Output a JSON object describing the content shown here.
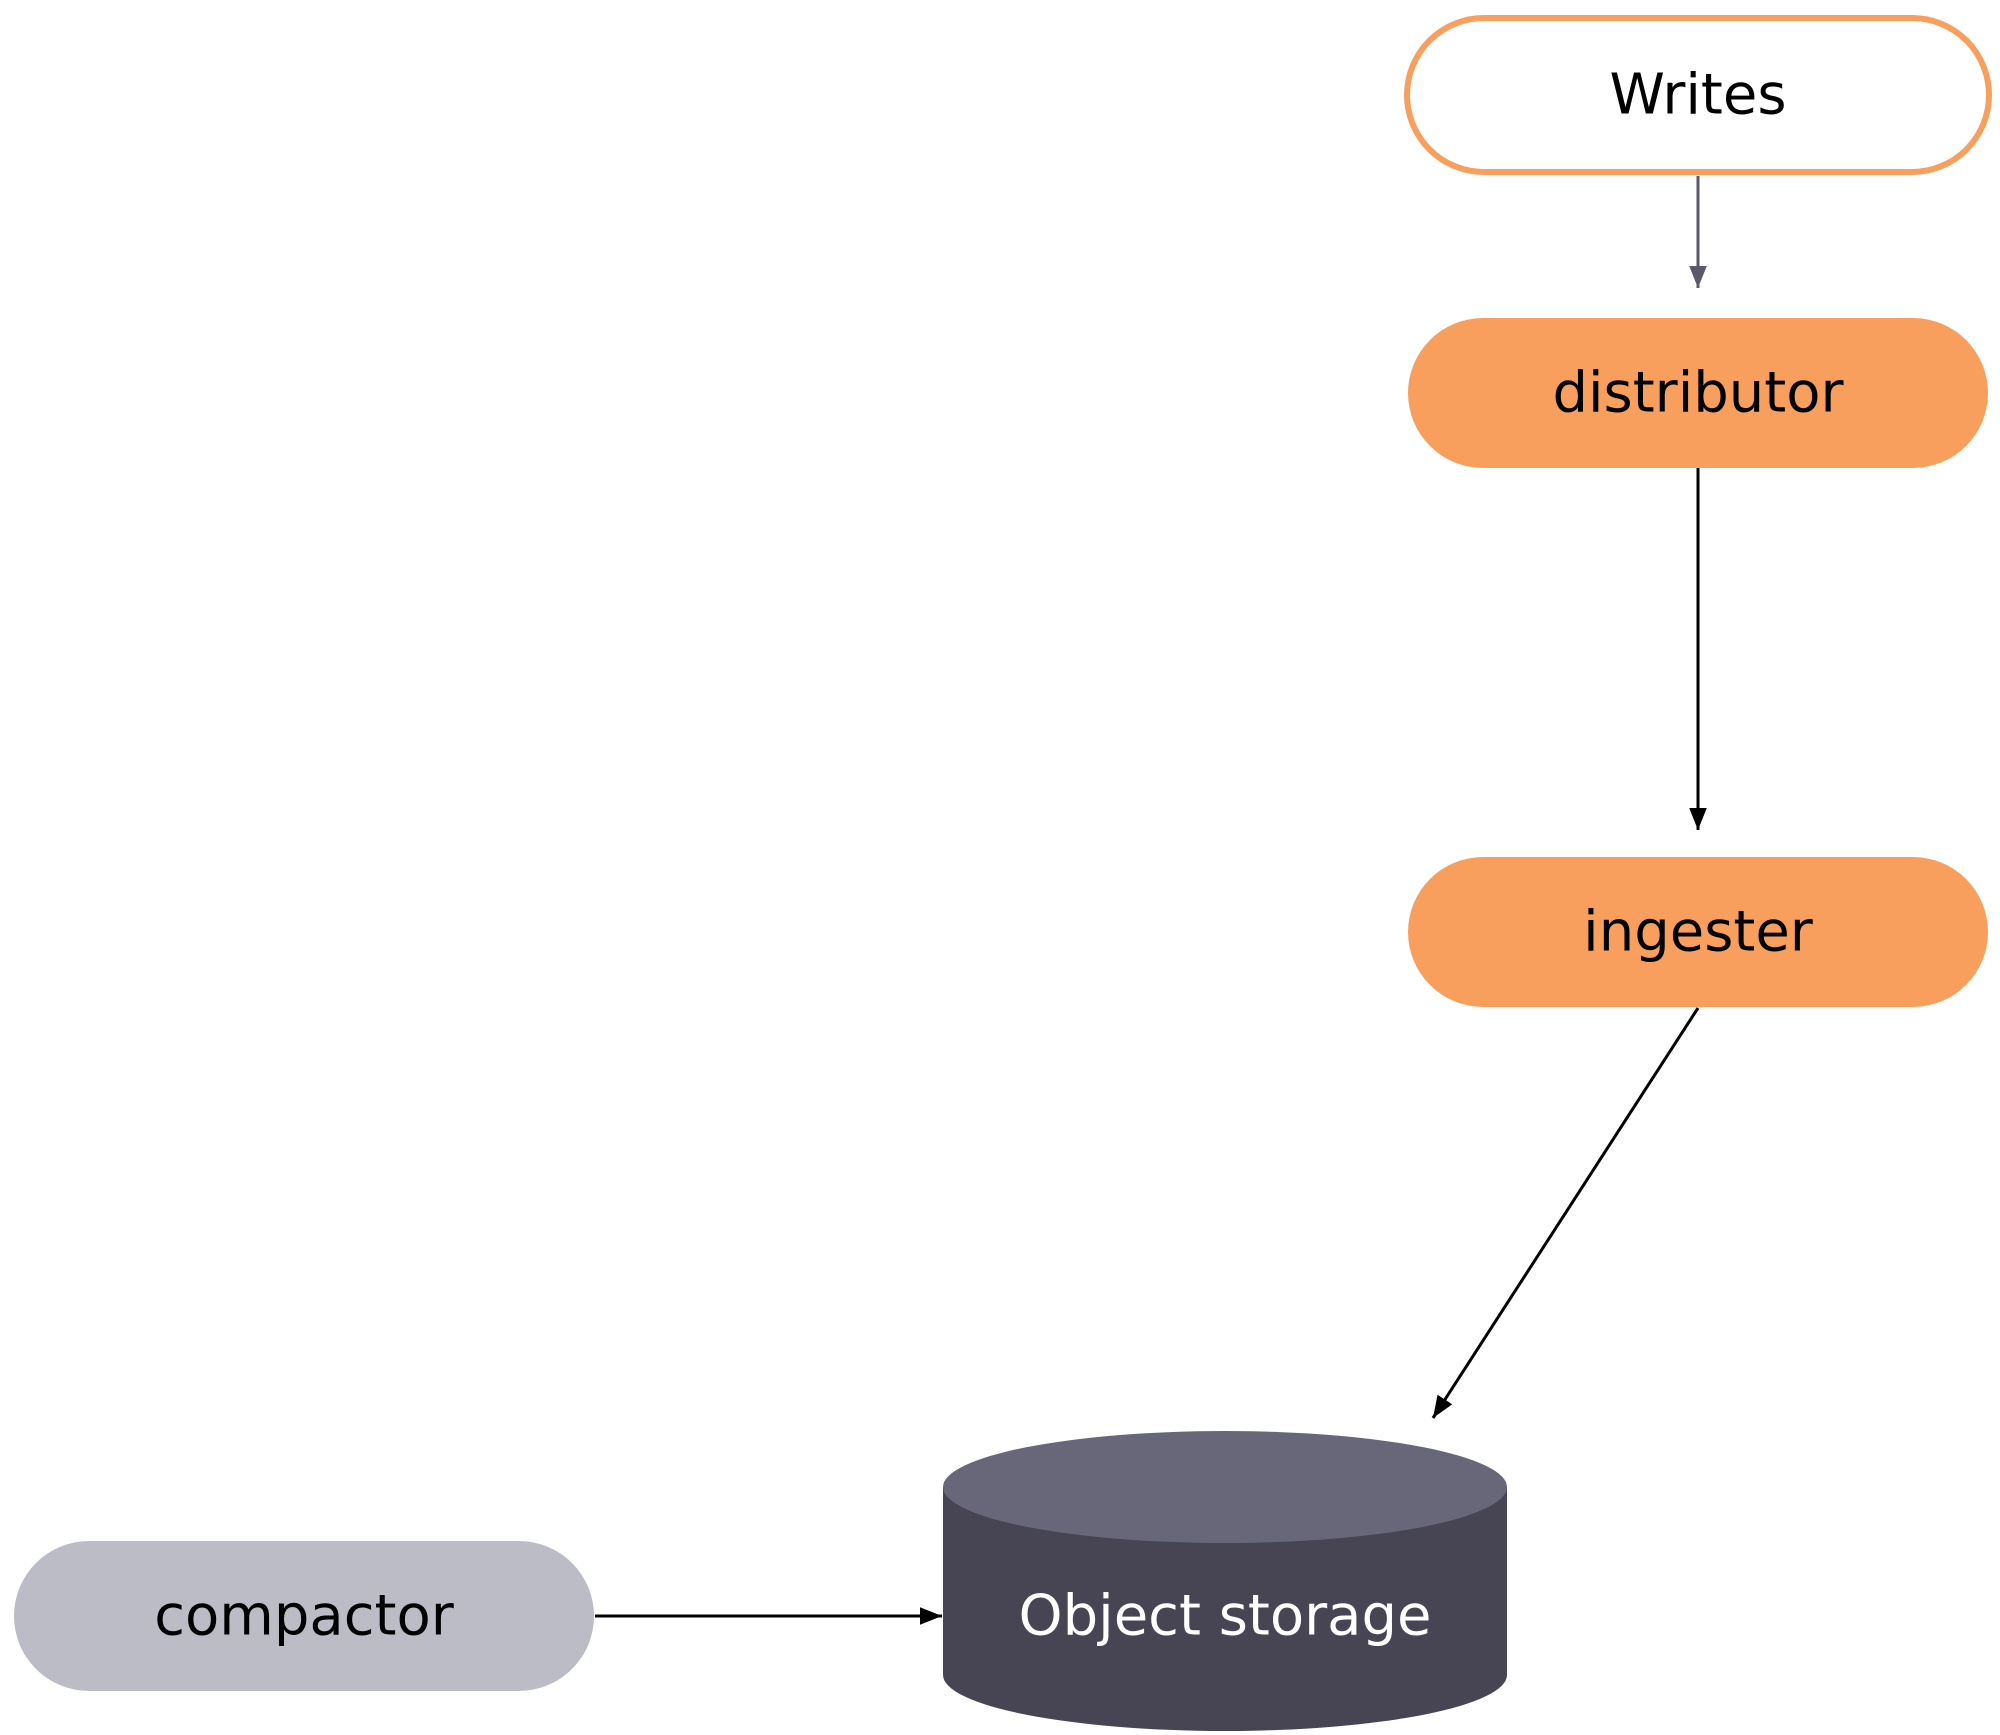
{
  "diagram": {
    "nodes": {
      "writes": {
        "label": "Writes"
      },
      "distributor": {
        "label": "distributor"
      },
      "ingester": {
        "label": "ingester"
      },
      "compactor": {
        "label": "compactor"
      },
      "object_storage": {
        "label": "Object storage"
      }
    },
    "edges": [
      {
        "from": "writes",
        "to": "distributor"
      },
      {
        "from": "distributor",
        "to": "ingester"
      },
      {
        "from": "ingester",
        "to": "object_storage"
      },
      {
        "from": "compactor",
        "to": "object_storage"
      }
    ],
    "colors": {
      "component_fill": "#F89F5D",
      "writes_border": "#F89F5D",
      "compactor_fill": "#BCBCC7",
      "storage_top": "#686679",
      "storage_body": "#474553",
      "edge_dark": "#000000",
      "edge_light": "#5A5869",
      "text_dark": "#000000",
      "text_light": "#ffffff"
    }
  }
}
